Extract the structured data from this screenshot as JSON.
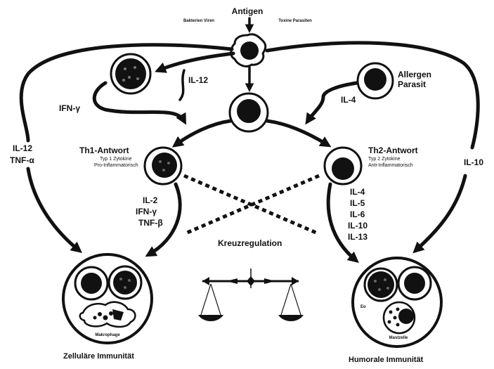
{
  "top": {
    "antigen": "Antigen",
    "left_caption": "Bakterien Viren",
    "right_caption": "Toxine Parasiten"
  },
  "cytokines": {
    "il12_top": "IL-12",
    "ifn_top": "IFN-γ",
    "il4_top": "IL-4",
    "left_side": [
      "IL-12",
      "TNF-α"
    ],
    "right_side": "IL-10",
    "th1_out": [
      "IL-2",
      "IFN-γ",
      "TNF-β"
    ],
    "th2_out": [
      "IL-4",
      "IL-5",
      "IL-6",
      "IL-10",
      "IL-13"
    ]
  },
  "allergen": [
    "Allergen",
    "Parasit"
  ],
  "th1": {
    "title": "Th1-Antwort",
    "sub": [
      "Typ 1 Zytokine",
      "Pro-Inflammatorisch"
    ]
  },
  "th2": {
    "title": "Th2-Antwort",
    "sub": [
      "Typ 2 Zytokine",
      "Anti-Inflammatorisch"
    ]
  },
  "cross": "Kreuzregulation",
  "left_pool": {
    "label": "Makrophage"
  },
  "right_pool": {
    "eo": "Eo",
    "label": "Mastzelle"
  },
  "footer": {
    "left": "Zelluläre Immunität",
    "right": "Humorale Immunität"
  }
}
